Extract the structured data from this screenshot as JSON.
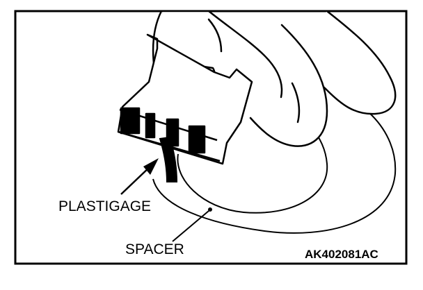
{
  "labels": {
    "plastigage": "PLASTIGAGE",
    "spacer": "SPACER",
    "figure_code": "AK402081AC"
  },
  "colors": {
    "ink": "#000000",
    "paper": "#ffffff"
  }
}
